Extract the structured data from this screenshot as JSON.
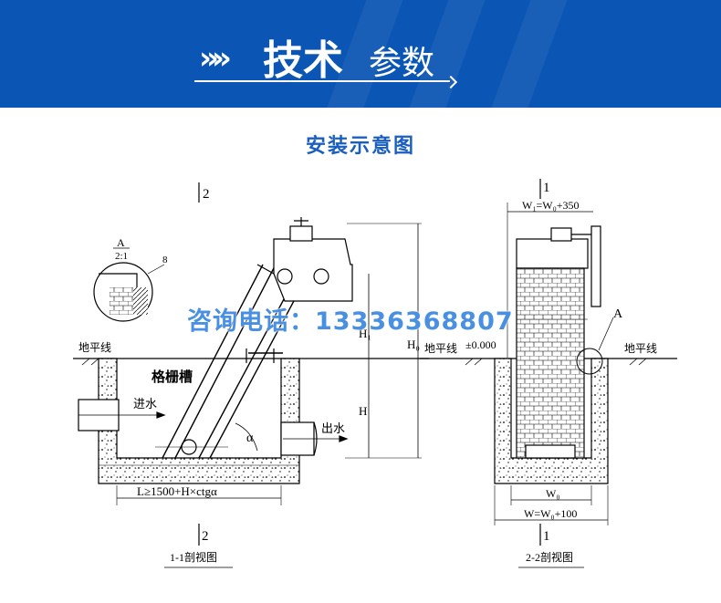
{
  "banner": {
    "chevrons": "»»",
    "title_bold": "技术",
    "title_light": "参数",
    "bg_color": "#0b56b4"
  },
  "diagram": {
    "title": "安装示意图",
    "phone": "咨询电话：13336368807",
    "left_view": {
      "section_mark_top": "2",
      "section_mark_bottom": "2",
      "ground_line": "地平线",
      "channel": "格栅槽",
      "inlet": "进水",
      "outlet": "出水",
      "detail_label": "A",
      "detail_scale": "2:1",
      "detail_dim": "8",
      "dim_h1": "H₁",
      "dim_h0": "H₀",
      "dim_h": "H",
      "angle": "α",
      "length_formula": "L≥1500+H×ctgα",
      "caption": "1-1剖视图"
    },
    "right_view": {
      "section_mark_top": "1",
      "section_mark_bottom": "1",
      "width_top": "W₁=W₀+350",
      "ground_left": "地平线",
      "elevation": "±0.000",
      "ground_right": "地平线",
      "detail_label": "A",
      "width_w0": "W₀",
      "width_w": "W=W₀+100",
      "caption": "2-2剖视图"
    }
  }
}
